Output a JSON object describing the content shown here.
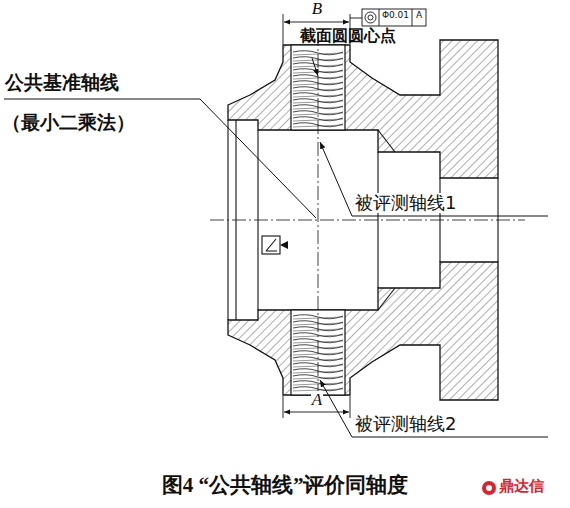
{
  "diagram": {
    "caption": "图4 “公共轴线”评价同轴度",
    "labels": [
      "B",
      "截面圆圆心点",
      "公共基准轴线",
      "（最小二乘法）",
      "被评测轴线1",
      "A",
      "被评测轴线2",
      "Φ0.01",
      "A",
      "鼎达信"
    ]
  }
}
